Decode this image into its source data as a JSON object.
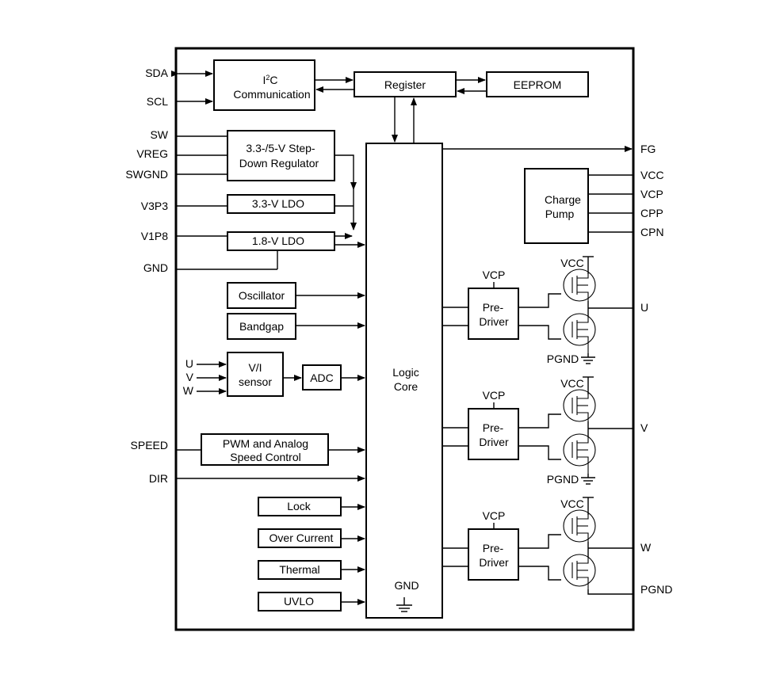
{
  "pins_left": {
    "sda": "SDA",
    "scl": "SCL",
    "sw": "SW",
    "vreg": "VREG",
    "swgnd": "SWGND",
    "v3p3": "V3P3",
    "v1p8": "V1P8",
    "gnd": "GND",
    "u": "U",
    "v": "V",
    "w": "W",
    "speed": "SPEED",
    "dir": "DIR"
  },
  "pins_right": {
    "fg": "FG",
    "vcc": "VCC",
    "vcp": "VCP",
    "cpp": "CPP",
    "cpn": "CPN",
    "u": "U",
    "v": "V",
    "w": "W",
    "pgnd": "PGND"
  },
  "blocks": {
    "i2c_i": "I",
    "i2c_sup": "2",
    "i2c_c": "C",
    "i2c_line2": "Communication",
    "register": "Register",
    "eeprom": "EEPROM",
    "stepdown_line1": "3.3-/5-V Step-",
    "stepdown_line2": "Down Regulator",
    "ldo33": "3.3-V LDO",
    "ldo18": "1.8-V LDO",
    "oscillator": "Oscillator",
    "bandgap": "Bandgap",
    "vi_line1": "V/I",
    "vi_line2": "sensor",
    "adc": "ADC",
    "pwm_line1": "PWM and Analog",
    "pwm_line2": "Speed Control",
    "lock": "Lock",
    "overcurrent": "Over Current",
    "thermal": "Thermal",
    "uvlo": "UVLO",
    "logic_line1": "Logic",
    "logic_line2": "Core",
    "logic_gnd": "GND",
    "charge_line1": "Charge",
    "charge_line2": "Pump"
  },
  "drivers": [
    {
      "vcp": "VCP",
      "line1": "Pre-",
      "line2": "Driver",
      "vcc": "VCC",
      "pgnd": "PGND"
    },
    {
      "vcp": "VCP",
      "line1": "Pre-",
      "line2": "Driver",
      "vcc": "VCC",
      "pgnd": "PGND"
    },
    {
      "vcp": "VCP",
      "line1": "Pre-",
      "line2": "Driver",
      "vcc": "VCC"
    }
  ]
}
